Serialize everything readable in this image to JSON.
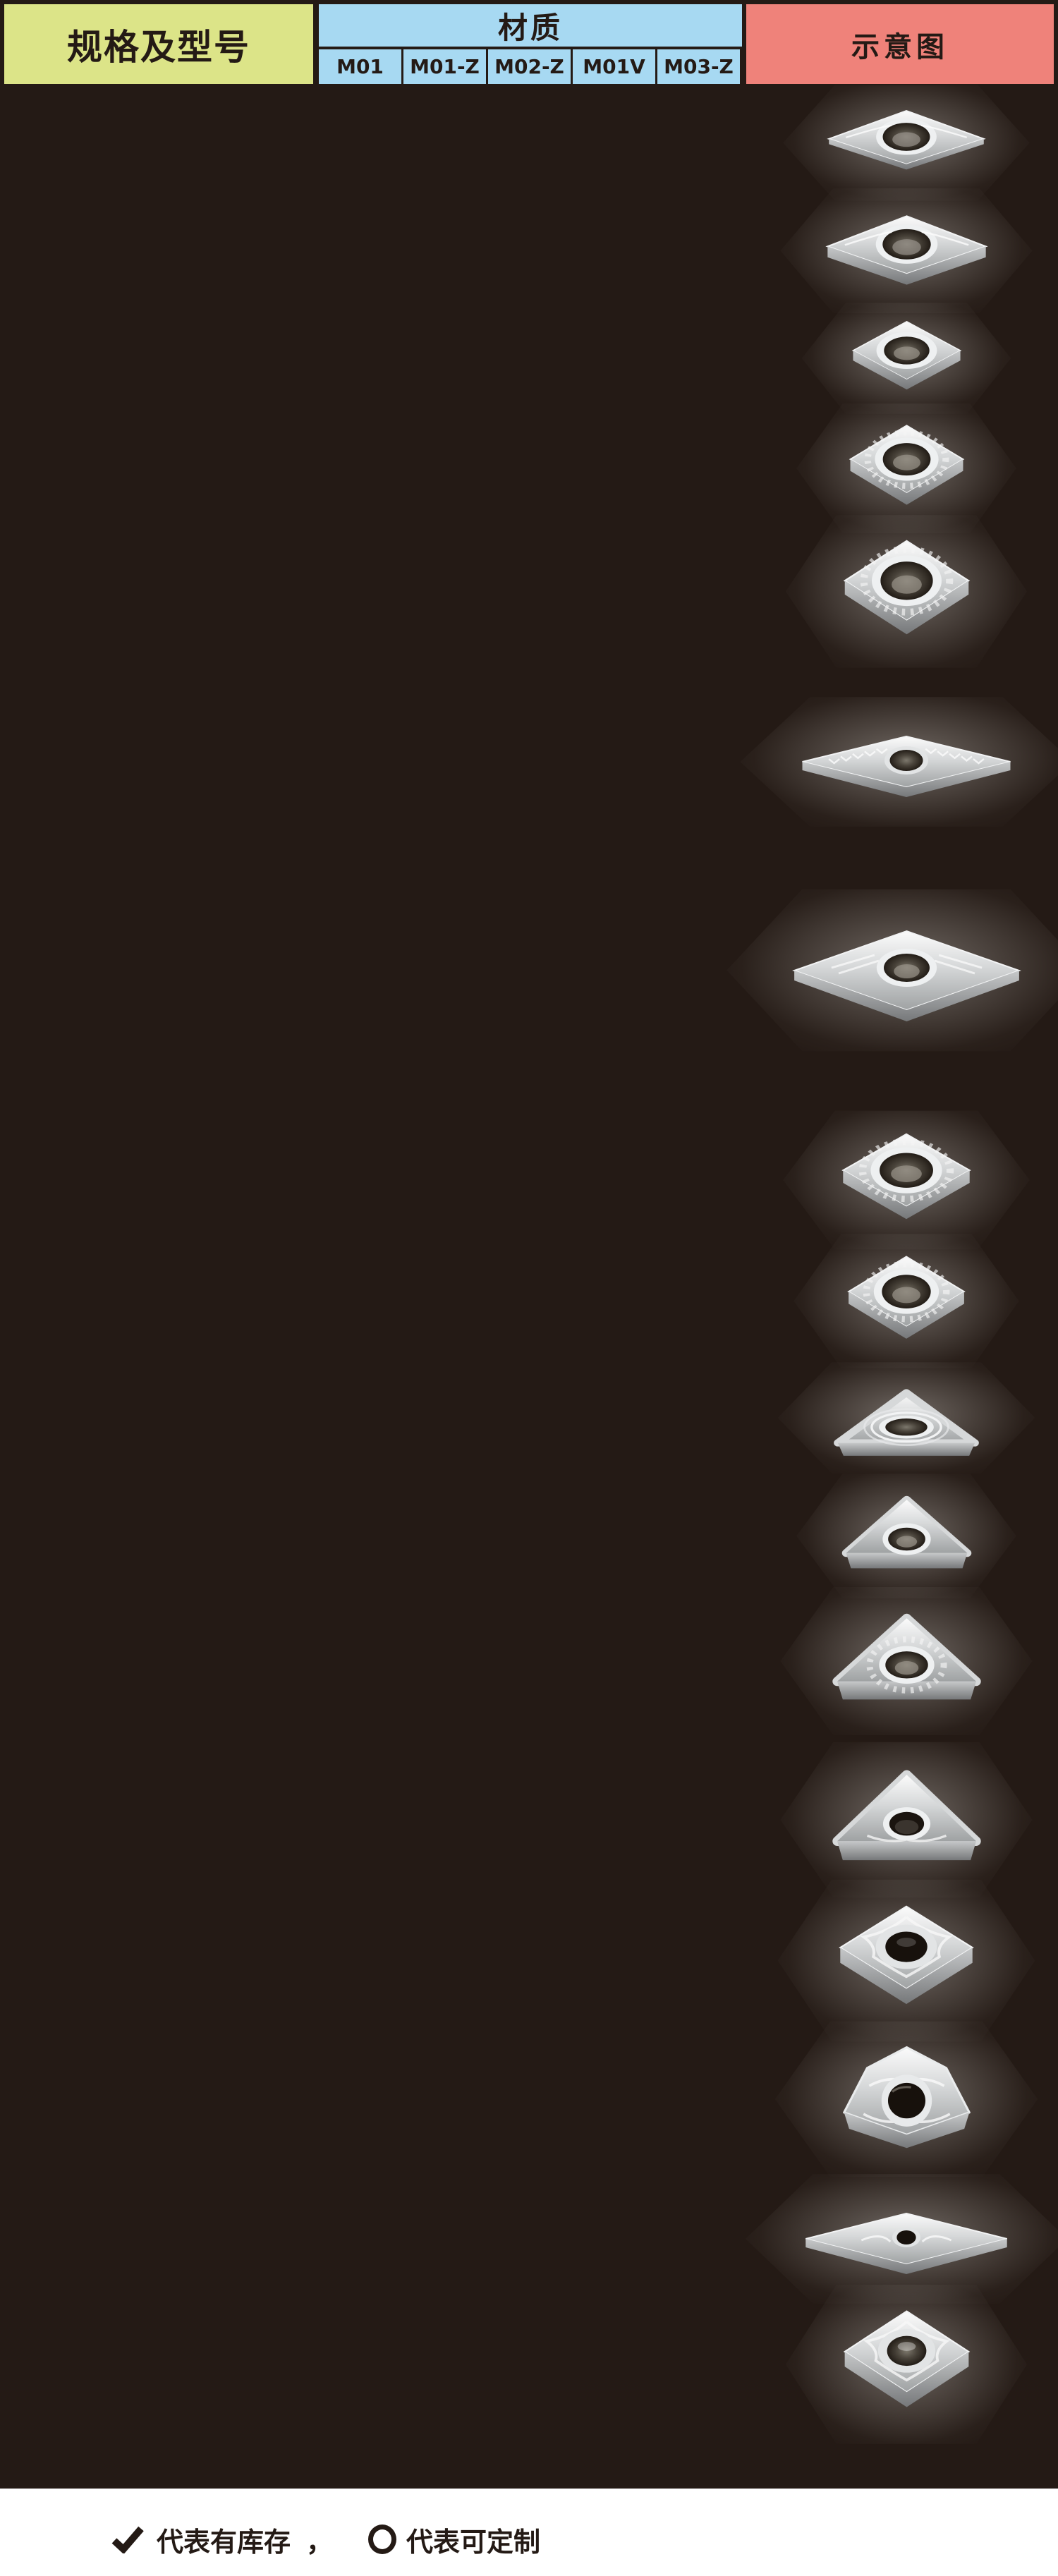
{
  "header": {
    "spec_label": "规格及型号",
    "material_label": "材质",
    "material_grades": [
      "M01",
      "M01-Z",
      "M02-Z",
      "M01V",
      "M03-Z"
    ],
    "schematic_label": "示意图"
  },
  "colors": {
    "spec_bg": "#dce488",
    "material_bg": "#a7d9f2",
    "schematic_bg": "#ef827a",
    "table_border": "#241a15",
    "body_bg": "#241a15",
    "legend_text": "#241a15",
    "metal_light": "#fbfbfb",
    "metal_dark": "#9fa2a3"
  },
  "schematic_column": {
    "inserts": [
      {
        "name": "flat-diamond-insert",
        "shape": "flat-diamond"
      },
      {
        "name": "flat-diamond-insert-beveled",
        "shape": "flat-diamond-3d"
      },
      {
        "name": "rhombic-insert-polished",
        "shape": "rhombic-square"
      },
      {
        "name": "rhombic-insert-serrated",
        "shape": "rhombic-square-serrated"
      },
      {
        "name": "rhombic-insert-serrated-large",
        "shape": "rhombic-square-serrated"
      },
      {
        "name": "wide-diamond-insert-chevron",
        "shape": "wide-diamond-thin"
      },
      {
        "name": "wide-diamond-insert-large",
        "shape": "wide-diamond-large"
      },
      {
        "name": "rhombic-insert-serrated",
        "shape": "rhombic-square-serrated"
      },
      {
        "name": "rhombic-insert-serrated",
        "shape": "rhombic-square-serrated"
      },
      {
        "name": "triangle-insert-low",
        "shape": "triangle-low"
      },
      {
        "name": "triangle-insert",
        "shape": "triangle"
      },
      {
        "name": "triangle-insert-serrated",
        "shape": "triangle-serrated"
      },
      {
        "name": "triangle-insert-polished",
        "shape": "triangle-polished"
      },
      {
        "name": "diamond-insert-sculpted",
        "shape": "cnmg-diamond"
      },
      {
        "name": "trigon-insert",
        "shape": "trigon"
      },
      {
        "name": "flat-wide-diamond-insert",
        "shape": "wide-diamond-flat"
      },
      {
        "name": "square-insert-sculpted",
        "shape": "square-sculpted"
      }
    ]
  },
  "legend": {
    "check_symbol": "✔",
    "check_label": "代表有库存",
    "separator": "，",
    "circle_symbol": "O",
    "circle_label": "代表可定制"
  }
}
